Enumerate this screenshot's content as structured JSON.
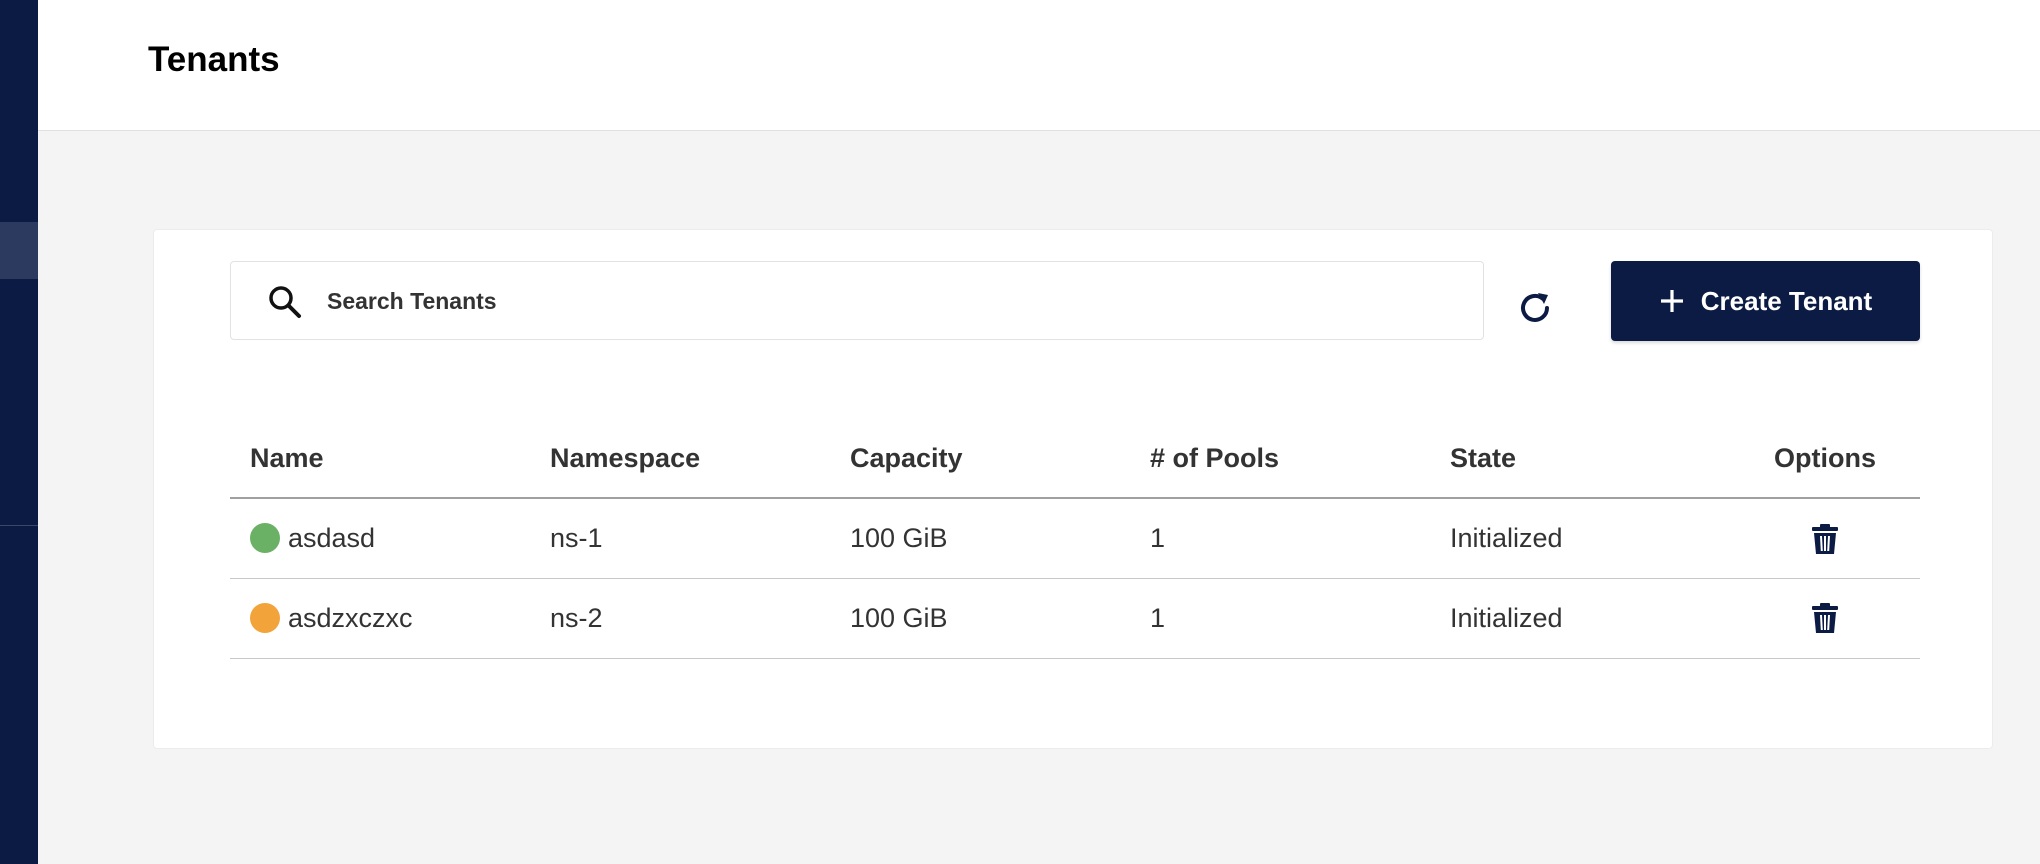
{
  "header": {
    "title": "Tenants"
  },
  "search": {
    "placeholder": "Search Tenants",
    "value": ""
  },
  "toolbar": {
    "create_label": "Create Tenant"
  },
  "colors": {
    "sidebar": "#0c1b43",
    "primary_button": "#0c1b43",
    "status_healthy": "#6ab165",
    "status_warning": "#f2a33a"
  },
  "table": {
    "columns": [
      "Name",
      "Namespace",
      "Capacity",
      "# of Pools",
      "State",
      "Options"
    ],
    "rows": [
      {
        "status_color": "#6ab165",
        "name": "asdasd",
        "namespace": "ns-1",
        "capacity": "100 GiB",
        "pools": "1",
        "state": "Initialized"
      },
      {
        "status_color": "#f2a33a",
        "name": "asdzxczxc",
        "namespace": "ns-2",
        "capacity": "100 GiB",
        "pools": "1",
        "state": "Initialized"
      }
    ]
  }
}
